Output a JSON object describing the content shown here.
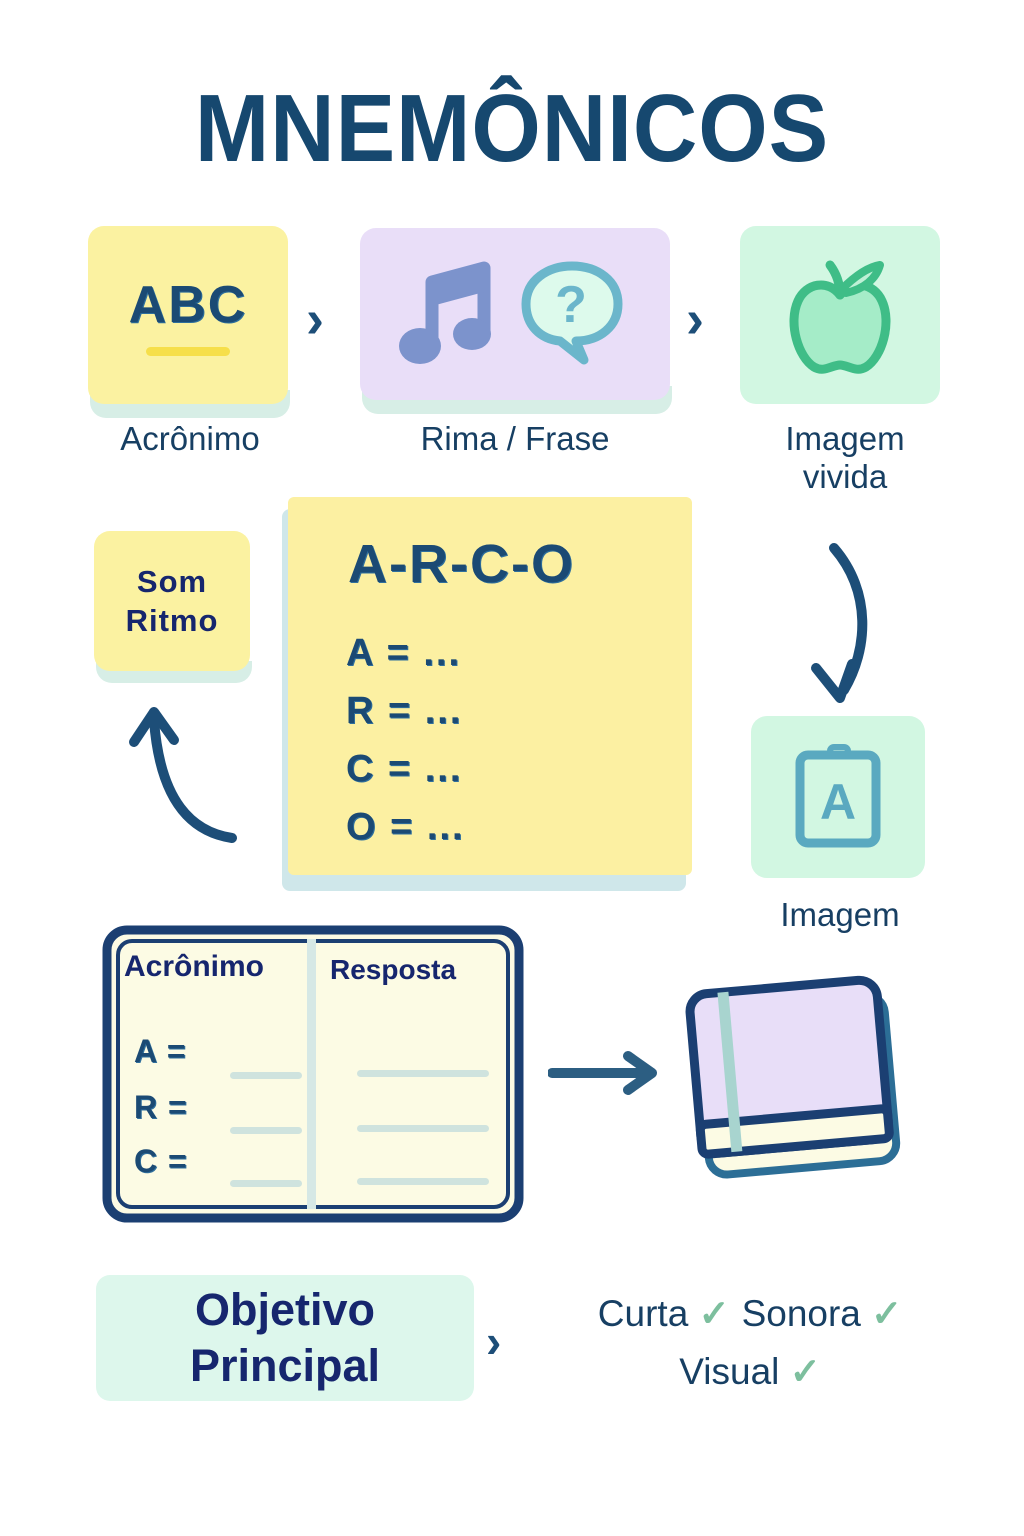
{
  "title": "MNEMÔNICOS",
  "colors": {
    "navy": "#16486f",
    "deep_navy": "#16266e",
    "yellow_card": "#fbf2a1",
    "lavender_card": "#e9def8",
    "mint_card": "#d2f7e2",
    "mint_pale": "#ddf7ec",
    "card_shadow": "#d7eee6",
    "note_shadow": "#cfe7ea",
    "check_green": "#7dbf9e",
    "apple_green": "#45bf8b",
    "music_blue": "#7c93cc",
    "bubble_teal": "#6bb6cb",
    "accent_yellow": "#f6df4a"
  },
  "row1": {
    "chevron": "›",
    "cards": [
      {
        "icon": "abc-letters-icon",
        "text": "ABC",
        "caption": "Acrônimo"
      },
      {
        "icon": "music-note-and-question-bubble-icon",
        "text": "",
        "caption": "Rima / Frase"
      },
      {
        "icon": "apple-icon",
        "text": "",
        "caption": "Imagem\nvivida"
      }
    ],
    "captions": {
      "acronimo": "Acrônimo",
      "rima": "Rima / Frase",
      "imagem_vivida_l1": "Imagem",
      "imagem_vivida_l2": "vivida"
    }
  },
  "som_card": {
    "line1": "Som",
    "line2": "Ritmo"
  },
  "note": {
    "title": "A-R-C-O",
    "lines": [
      "A = ...",
      "R = ...",
      "C = ...",
      "O = ..."
    ]
  },
  "flashcard": {
    "letter": "A",
    "caption": "Imagem"
  },
  "notebook": {
    "col1_header": "Acrônimo",
    "col2_header": "Resposta",
    "rows": [
      "A =",
      "R =",
      "C ="
    ]
  },
  "book": {
    "label": "closed-notebook-icon"
  },
  "bottom": {
    "goal_line1": "Objetivo",
    "goal_line2": "Principal",
    "chevron": "›",
    "tags": [
      {
        "label": "Curta",
        "check": "✓"
      },
      {
        "label": "Sonora",
        "check": "✓"
      },
      {
        "label": "Visual",
        "check": "✓"
      }
    ]
  }
}
